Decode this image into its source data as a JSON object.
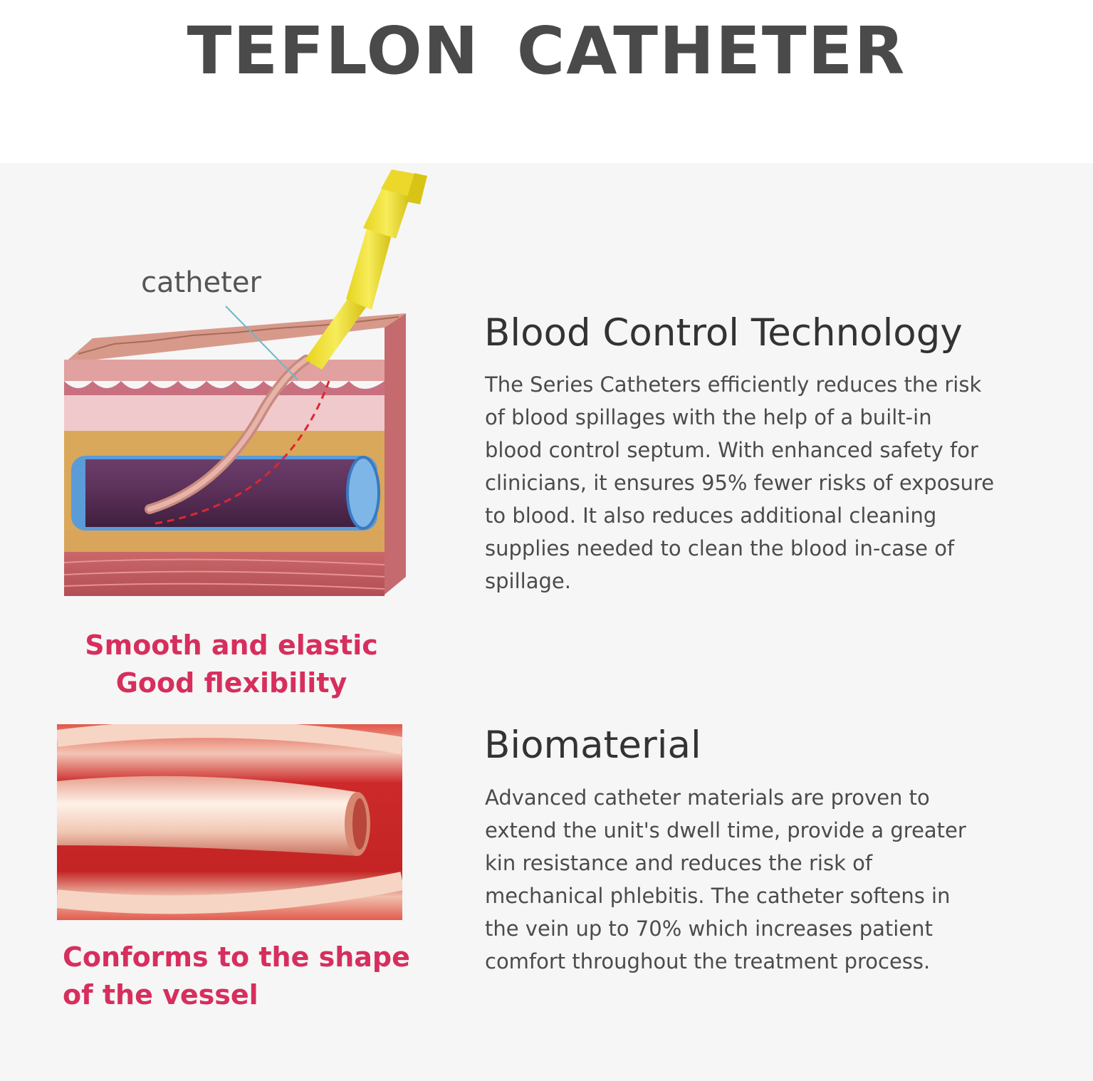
{
  "title": "TEFLON  CATHETER",
  "illustration_1": {
    "label": "catheter"
  },
  "caption_1": [
    "Smooth and elastic",
    "Good flexibility"
  ],
  "caption_2": [
    "Conforms to the shape",
    "of the vessel"
  ],
  "section_1": {
    "heading": "Blood Control Technology",
    "lines": [
      "The Series Catheters efficiently reduces the risk",
      "of blood spillages with the help of a built-in",
      "blood control septum. With enhanced safety for",
      "clinicians, it ensures 95% fewer risks of exposure",
      "to blood. It also reduces additional cleaning",
      "supplies needed to clean the blood in-case of",
      "spillage."
    ]
  },
  "section_2": {
    "heading": "Biomaterial",
    "lines": [
      "Advanced catheter materials are proven to",
      "extend the unit's dwell time, provide a greater",
      "kin resistance and reduces the risk of",
      "mechanical phlebitis. The catheter softens in",
      "the vein up to 70% which increases patient",
      "comfort throughout the treatment process."
    ]
  },
  "colors": {
    "accent": "#d62f5d",
    "title": "#4a4a4a",
    "panel": "#f6f6f6"
  }
}
